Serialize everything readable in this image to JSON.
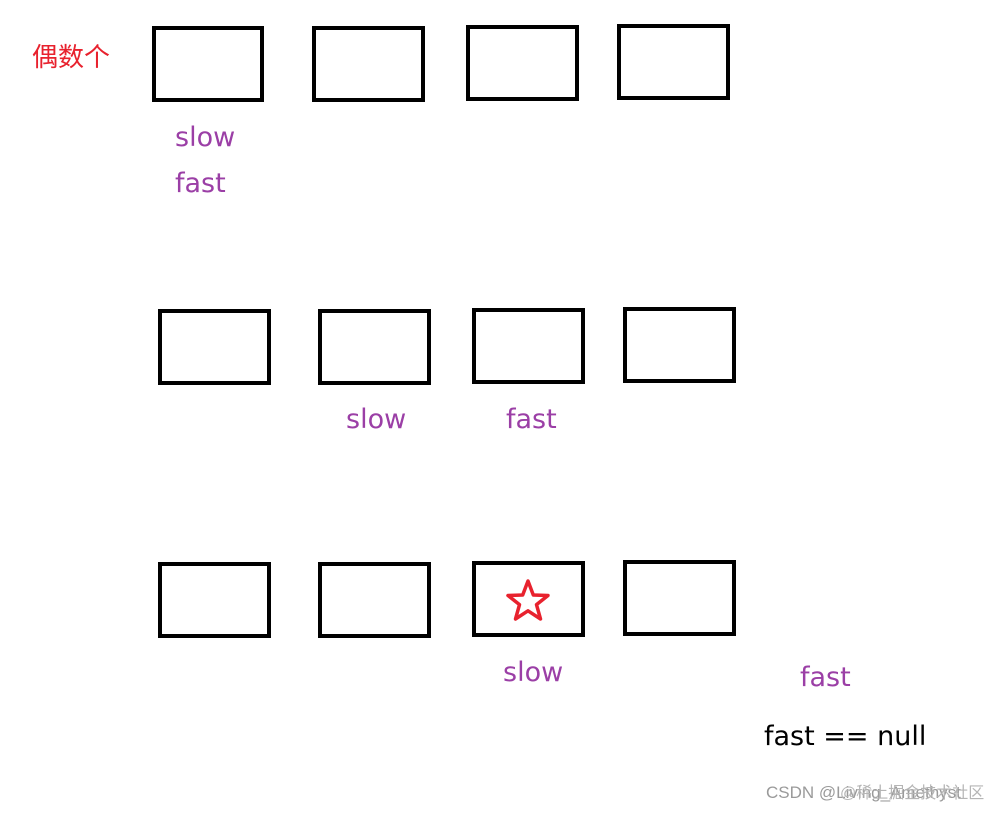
{
  "heading": "偶数个",
  "rows": [
    {
      "slow": "slow",
      "fast": "fast"
    },
    {
      "slow": "slow",
      "fast": "fast"
    },
    {
      "slow": "slow",
      "fast": "fast",
      "result": "fast == null"
    }
  ],
  "colors": {
    "heading": "#e8222e",
    "pointer": "#9b3fa6",
    "node_border": "#000000",
    "star": "#e8222e"
  },
  "icons": {
    "meeting_point": "star-icon"
  },
  "watermark": {
    "text": "CSDN @Living_Amethyst",
    "overlay": "@稀土掘金技术社区"
  }
}
